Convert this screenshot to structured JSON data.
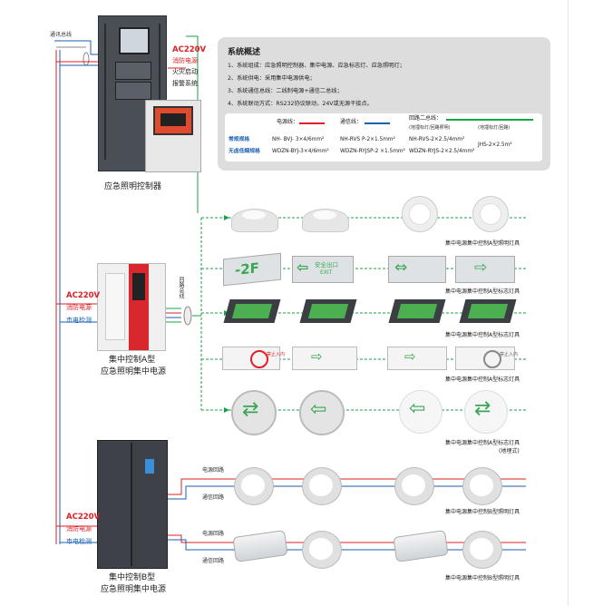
{
  "top_left": {
    "comm_bus_label": "通讯总线",
    "ac_label": "AC220V",
    "fire_power": "消防电源",
    "fire_linkage": "火灾启动",
    "alarm_system": "报警系统",
    "controller_caption": "应急照明控制器"
  },
  "overview": {
    "title": "系统概述",
    "items": [
      "1、系统组成：应急照明控制器、集中电源、应急标志灯、应急照明灯；",
      "2、系统供电：采用集中电源供电；",
      "3、系统通信总线：二线制电源+通信二总线；",
      "4、系统联动方式：RS232协议联动，24V或无源干接点。"
    ],
    "table": {
      "col_power": "电源线：",
      "col_comm": "通信线：",
      "col_loop": "回路二总线：",
      "sub_loop_a": "(地埋标灯/回路照明)",
      "sub_loop_b": "(地埋标灯/回路)",
      "row1_label": "常规规格",
      "row2_label": "无卤低烟规格",
      "row1": [
        "NH- BVJ- 3×4/6mm²",
        "NH-RVS P-2×1.5mm²",
        "NH-RVS-2×2.5/4mm²",
        "JHS-2×2.5m²"
      ],
      "row2": [
        "WDZN-BYJ-3×4/6mm²",
        "WDZN-RYJSP-2 ×1.5mm²",
        "WDZN-RYJS-2×2.5/4mm²"
      ]
    }
  },
  "cabinet_a": {
    "ac_label": "AC220V",
    "fire_power": "消防电源",
    "city_power": "市电检测",
    "caption_line1": "集中控制A型",
    "caption_line2": "应急照明集中电源",
    "loop_label": "回路总线"
  },
  "cabinet_b": {
    "ac_label": "AC220V",
    "fire_power": "消防电源",
    "city_power": "市电检测",
    "caption_line1": "集中控制B型",
    "caption_line2": "应急照明集中电源"
  },
  "rows": [
    {
      "caption": "集中电源集中控制A型照明灯具"
    },
    {
      "caption": "集中电源集中控制A型标志灯具"
    },
    {
      "caption": "集中电源集中控制A型标志灯具"
    },
    {
      "caption": "集中电源集中控制A型标志灯具"
    },
    {
      "caption": "集中电源集中控制A型标志灯具",
      "sub": "(地埋式)"
    },
    {
      "caption": "集中电源集中控制B型照明灯具"
    },
    {
      "caption": "集中电源集中控制B型照明灯具"
    }
  ],
  "signs": {
    "floor": "-2F",
    "exit_text": "安全出口",
    "exit_en": "EXIT",
    "no_entry": "禁止入内"
  },
  "b_labels": {
    "power_loop": "电源回路",
    "comm_loop": "通信回路"
  },
  "colors": {
    "red": "#e01f26",
    "blue": "#1a5fb4",
    "green": "#17a34a",
    "sign_green": "#3aa655"
  }
}
